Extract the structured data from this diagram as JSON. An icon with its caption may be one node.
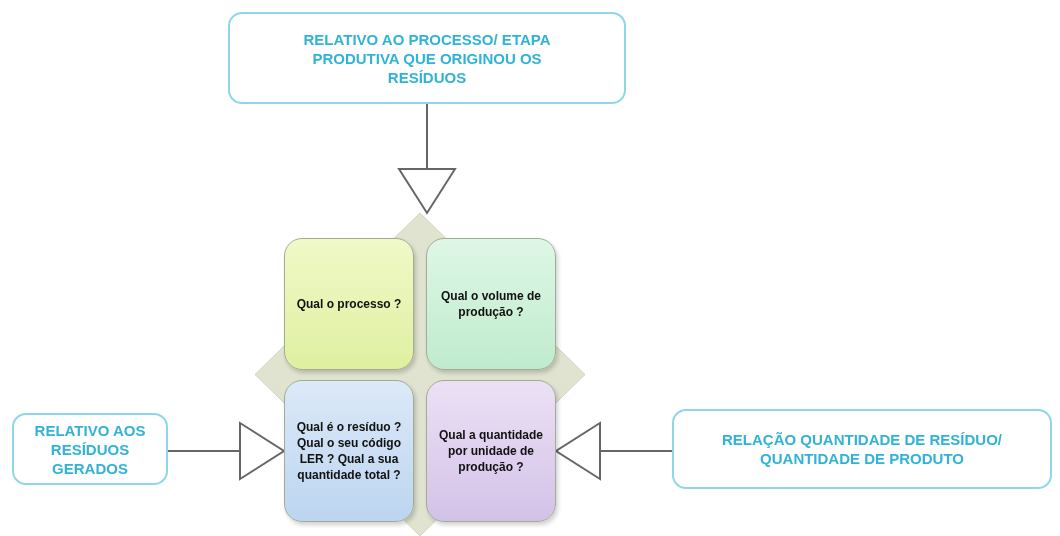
{
  "diagram": {
    "nodes": [
      {
        "text": [
          "RELATIVO AO PROCESSO/ ETAPA PRODUTIVA QUE ORIGINOU OS RESÍDUOS"
        ]
      },
      {
        "text": [],
        "shape": "diamond"
      },
      {
        "text": [
          "Qual o processo ?"
        ],
        "in": 1
      },
      {
        "text": [
          "Qual o volume de produção ?"
        ],
        "in": 1
      },
      {
        "text": [
          "Qual é o resíduo ? Qual o seu código LER ? Qual a sua quantidade total ?"
        ],
        "in": 1
      },
      {
        "text": [
          "Qual a quantidade por unidade de produção ?"
        ],
        "in": 1
      },
      {
        "text": [
          "RELATIVO AOS RESÍDUOS GERADOS"
        ]
      },
      {
        "text": [
          "RELAÇÃO QUANTIDADE DE RESÍDUO/ QUANTIDADE DE PRODUTO"
        ]
      }
    ],
    "edges": [
      {
        "from": 0,
        "to": 1,
        "arrow": "to"
      },
      {
        "from": 6,
        "to": 4,
        "arrow": "to"
      },
      {
        "from": 7,
        "to": 5,
        "arrow": "to"
      }
    ]
  }
}
